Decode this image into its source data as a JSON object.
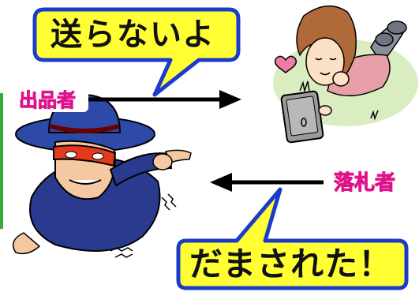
{
  "speech_bubbles": {
    "seller_says": "送らないよ",
    "buyer_says": "だまされた！"
  },
  "roles": {
    "seller": "出品者",
    "buyer": "落札者"
  },
  "colors": {
    "bubble_fill": "#ffff33",
    "bubble_border": "#1a3cc8",
    "label_fill": "#e0128a",
    "label_stroke": "#ffffff",
    "arrow": "#000000",
    "scammer_coat": "#2a3b8f",
    "scammer_mask": "#e43a1a",
    "grass": "#d9edc0",
    "tablet": "#8a8a8a"
  },
  "illustrations": {
    "woman": "woman-with-tablet-illustration",
    "scammer": "masked-scammer-illustration"
  }
}
